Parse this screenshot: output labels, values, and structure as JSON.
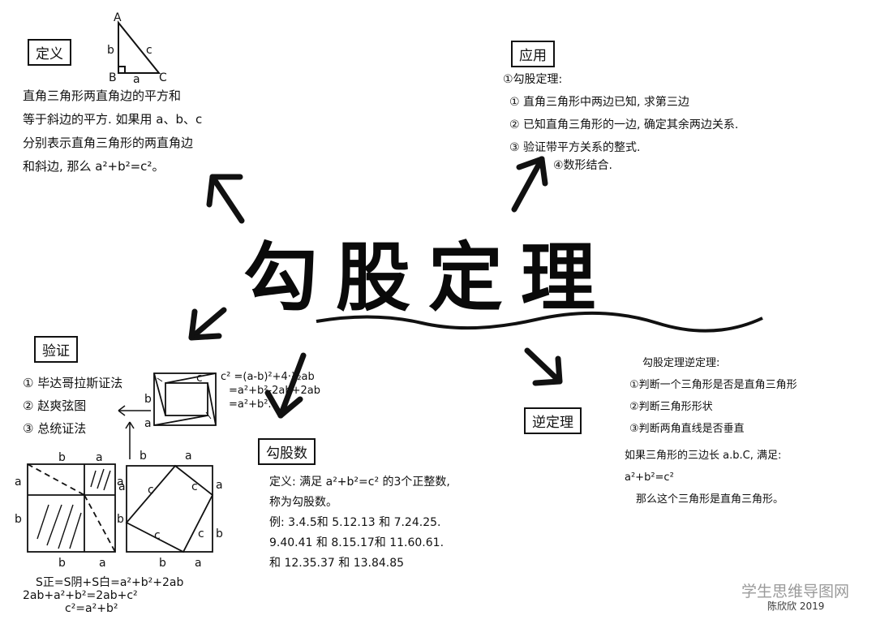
{
  "title": "勾股定理",
  "watermark": "学生思维导图网",
  "signature": "陈欣欣 2019",
  "definition": {
    "label": "定义",
    "lines": [
      "直角三角形两直角边的平方和",
      "等于斜边的平方. 如果用 a、b、c",
      "分别表示直角三角形的两直角边",
      "和斜边, 那么 a²+b²=c²。"
    ],
    "triangle_labels": [
      "A",
      "b",
      "c",
      "B",
      "a",
      "C"
    ]
  },
  "application": {
    "label": "应用",
    "heading": "①勾股定理:",
    "items": [
      "① 直角三角形中两边已知, 求第三边",
      "② 已知直角三角形的一边, 确定其余两边关系.",
      "③ 验证带平方关系的整式.",
      "④数形结合."
    ]
  },
  "verification": {
    "label": "验证",
    "items": [
      "① 毕达哥拉斯证法",
      "② 赵爽弦图",
      "③ 总统证法"
    ],
    "formula": [
      "c² =(a-b)²+4·½ab",
      "=a²+b²-2ab+2ab",
      "=a²+b²."
    ],
    "area_formula": [
      "S正=S阴+S白=a²+b²+2ab",
      "2ab+a²+b²=2ab+c²",
      "c²=a²+b²"
    ],
    "side_labels": [
      "a",
      "b",
      "c"
    ]
  },
  "pythagorean_numbers": {
    "label": "勾股数",
    "lines": [
      "定义: 满足 a²+b²=c² 的3个正整数,",
      "称为勾股数。",
      "例: 3.4.5和 5.12.13 和 7.24.25.",
      "9.40.41 和 8.15.17和 11.60.61.",
      "和 12.35.37 和 13.84.85"
    ]
  },
  "converse": {
    "label": "逆定理",
    "heading": "勾股定理逆定理:",
    "items": [
      "①判断一个三角形是否是直角三角形",
      "②判断三角形形状",
      "③判断两角直线是否垂直"
    ],
    "statement": [
      "如果三角形的三边长 a.b.C, 满足:",
      "a²+b²=c²",
      "那么这个三角形是直角三角形。"
    ]
  }
}
